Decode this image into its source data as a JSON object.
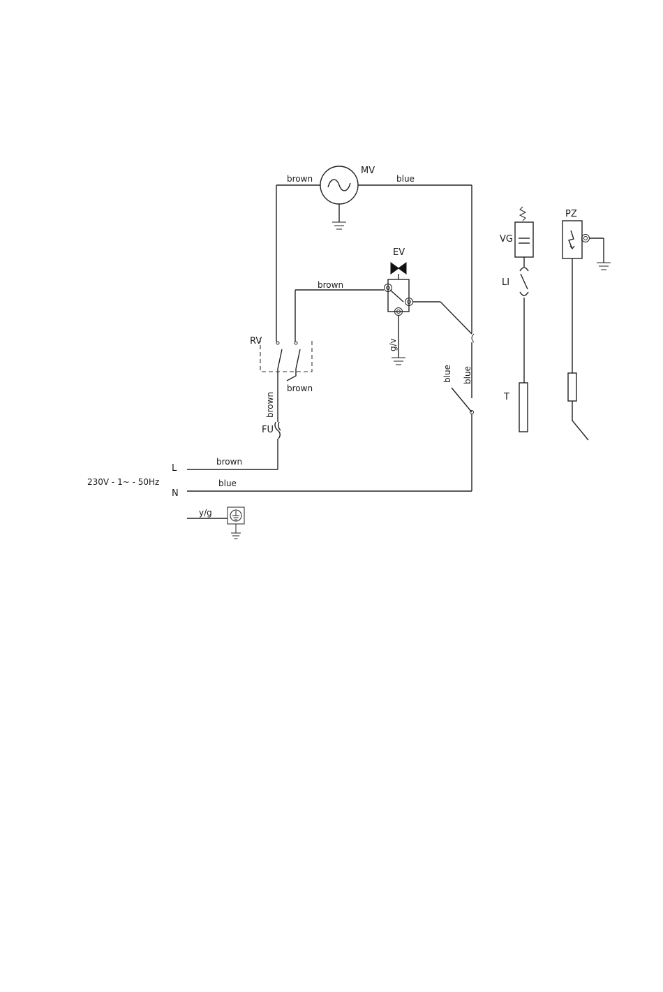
{
  "supply": {
    "spec": "230V - 1~ - 50Hz",
    "line": "L",
    "neutral": "N"
  },
  "components": {
    "motor": "MV",
    "valve": "EV",
    "switch": "RV",
    "fuse": "FU",
    "gas_valve": "VG",
    "limit": "LI",
    "thermocouple": "T",
    "piezo": "PZ"
  },
  "wires": {
    "motor_left": "brown",
    "motor_right": "blue",
    "valve_feed": "brown",
    "switch_out": "brown",
    "fuse_lead": "brown",
    "line_lead": "brown",
    "neutral_lead": "blue",
    "valve_ground": "g/v",
    "valve_out": "blue",
    "selector": "blue",
    "earth": "y/g"
  },
  "colors": {
    "line": "#222222",
    "background": "#ffffff"
  }
}
